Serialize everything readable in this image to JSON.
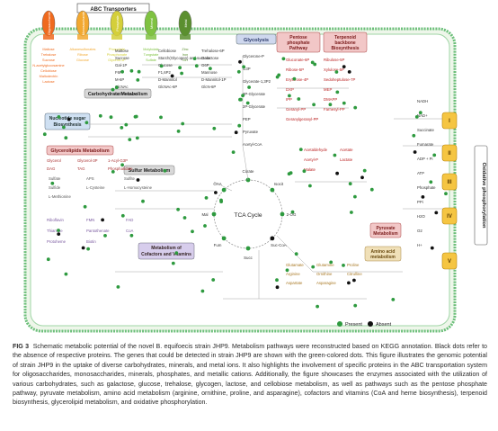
{
  "abc": {
    "title": "ABC Transporters",
    "transporters": [
      {
        "color": "#ef6a1e",
        "label": "Oligosaccharide"
      },
      {
        "color": "#f2a830",
        "label": "Monosaccharide"
      },
      {
        "color": "#d4cf3a",
        "label": "Phosphate"
      },
      {
        "color": "#7fc241",
        "label": "Mineral"
      },
      {
        "color": "#5b8f2f",
        "label": "Metal"
      }
    ],
    "substrates": [
      [
        "Maltose",
        "Trehalose",
        "Sucrose",
        "N-acetylglucosamine",
        "Cellobiose",
        "Maltodextrin",
        "Lactose"
      ],
      [
        "Alkanesulfonates",
        "Ribose",
        "Glucose"
      ],
      [
        "Phosphate",
        "Phosphonate",
        "Glycerol-3P"
      ],
      [
        "Molybdate",
        "Tungstate",
        "Sulfate"
      ],
      [
        "Zinc",
        "Iron",
        "Mn"
      ]
    ]
  },
  "boxes": {
    "glycolysis": "Glycolysis",
    "ppp": "Pentose phosphate Pathway",
    "terpenoid": "Terpenoid backbone Biosynthesis",
    "carbohydrate": "Carbohydrate Metabolism",
    "nucleotide": "Nucleotide sugar Biosynthesis",
    "glycerolipid": "Glycerolipids Metabolism",
    "sulfur": "Sulfur Metabolism",
    "cofactors": "Metabolism of Cofactors and Vitamins",
    "pyruvate": "Pyruvate Metabolism",
    "amino": "Amino acid metabolism",
    "oxphos": "Oxidative phosphorylation"
  },
  "tca": {
    "title": "TCA Cycle",
    "nodes": [
      "Citrate",
      "Isocit",
      "2-OG",
      "Suc-CoA",
      "Succ",
      "Fum",
      "Mal",
      "OAA"
    ]
  },
  "metabolites": {
    "carbo": [
      "Maltose",
      "Cellobiose",
      "Trehalose-6P",
      "Sucrose",
      "Starch(Glycogen) and sucrose",
      "Galactose",
      "Gal-1P",
      "Glucose",
      "G6P",
      "F6P",
      "F1,6P2",
      "Mannose",
      "M-6P",
      "D-Mannitol",
      "D-Mannitol-1P",
      "GlcNAc",
      "GlcNAc-6P",
      "GlcN-6P",
      "UDP-GlcNAc"
    ],
    "glyc": [
      "Glycerone-P",
      "G3P",
      "Glycerate-1,3P2",
      "3P-Glycerate",
      "2P-Glycerate",
      "PEP",
      "Pyruvate",
      "Acetyl-CoA"
    ],
    "ppp": [
      "Gluconate-6P",
      "Ribulose-5P",
      "Ribose-5P",
      "Xylulose-5P",
      "Erythrose-4P",
      "Sedoheptulose-7P",
      "DXP",
      "MEP",
      "IPP",
      "DMAPP",
      "Geranyl-PP",
      "Farnesyl-PP",
      "Geranylgeranyl-PP"
    ],
    "lipid": [
      "Glycerol",
      "Glycerol-3P",
      "1-Acyl-G3P",
      "DAG",
      "TAG",
      "Phosphatidate"
    ],
    "sulfur": [
      "Sulfate",
      "APS",
      "Sulfite",
      "Sulfide",
      "L-Cysteine",
      "L-Homocysteine",
      "L-Methionine"
    ],
    "cof": [
      "Riboflavin",
      "FMN",
      "FAD",
      "Thiamine",
      "Pantothenate",
      "CoA",
      "Protoheme",
      "Biotin"
    ],
    "pyr": [
      "Acetaldehyde",
      "Acetate",
      "Acetyl-P",
      "Lactate",
      "Malate"
    ],
    "amino": [
      "Glutamate",
      "Glutamine",
      "Proline",
      "Arginine",
      "Ornithine",
      "Citrulline",
      "Aspartate",
      "Asparagine"
    ],
    "oxphos": [
      "NADH",
      "NAD+",
      "Succinate",
      "Fumarate",
      "ADP + Pi",
      "ATP",
      "Phosphate",
      "PPi",
      "H2O",
      "O2",
      "H+"
    ]
  },
  "complexes": [
    "I",
    "II",
    "III",
    "IV",
    "V"
  ],
  "legend": {
    "present": "Present",
    "absent": "Absent",
    "present_color": "#2e9a3f",
    "absent_color": "#111111"
  },
  "caption": {
    "label": "FIG 3",
    "text": "Schematic metabolic potential of the novel B. equifoecis strain JHP9. Metabolism pathways were reconstructed based on KEGG annotation. Black dots refer to the absence of respective proteins. The genes that could be detected in strain JHP9 are shown with the green-colored dots. This figure illustrates the genomic potential of strain JHP9 in the uptake of diverse carbohydrates, minerals, and metal ions. It also highlights the involvement of specific proteins in the ABC transportation system for oligosaccharides, monosaccharides, minerals, phosphates, and metallic cations. Additionally, the figure showcases the enzymes associated with the utilization of various carbohydrates, such as galactose, glucose, trehalose, glycogen, lactose, and cellobiose metabolism, as well as pathways such as the pentose phosphate pathway, pyruvate metabolism, amino acid metabolism (arginine, ornithine, proline, and asparagine), cofactors and vitamins (CoA and heme biosynthesis), terpenoid biosynthesis, glycerolipid metabolism, and oxidative phosphorylation."
  }
}
